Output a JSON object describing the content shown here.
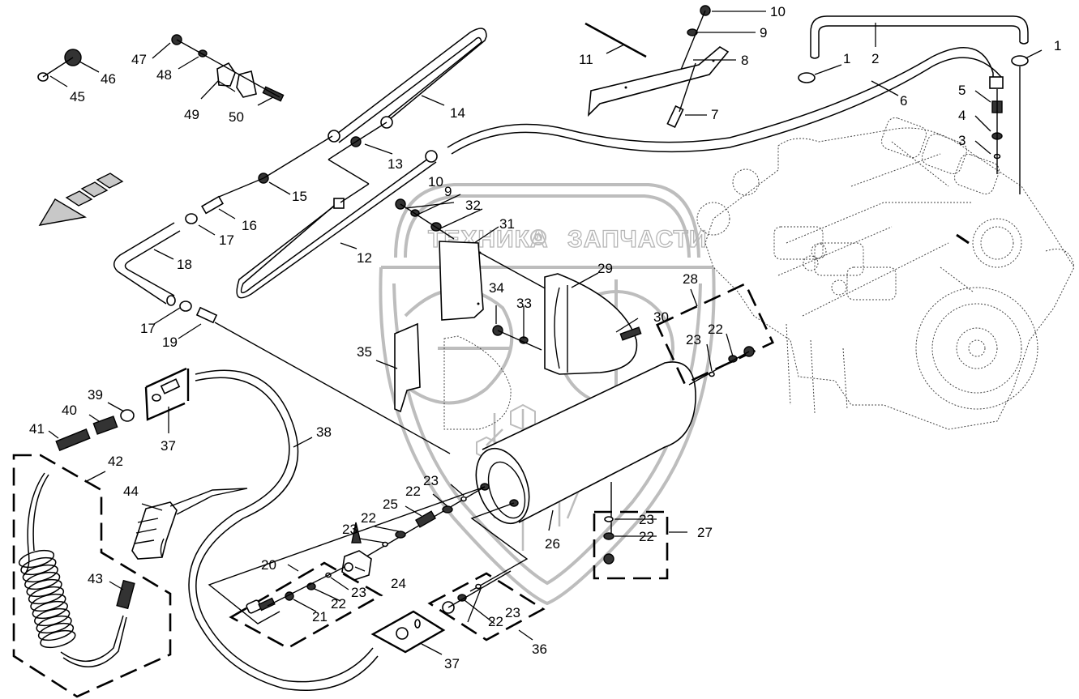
{
  "diagram": {
    "title": "Compressed air system exploded parts diagram",
    "watermark": {
      "left_word": "ТЕХНИКА",
      "right_word": "ЗАПЧАСТИ",
      "gear_icon": "gear-icon",
      "logo_letters": "ЭФ"
    },
    "direction_indicator": "arrow-forward-direction-icon",
    "callouts": [
      {
        "id": "c1a",
        "label": "1",
        "part": "hose clamp"
      },
      {
        "id": "c1b",
        "label": "1",
        "part": "hose clamp"
      },
      {
        "id": "c2",
        "label": "2",
        "part": "hose"
      },
      {
        "id": "c3",
        "label": "3",
        "part": "sealing ring"
      },
      {
        "id": "c4",
        "label": "4",
        "part": "sealing ring"
      },
      {
        "id": "c5",
        "label": "5",
        "part": "union"
      },
      {
        "id": "c6",
        "label": "6",
        "part": "pressure line"
      },
      {
        "id": "c7",
        "label": "7",
        "part": "bolt"
      },
      {
        "id": "c8",
        "label": "8",
        "part": "bracket"
      },
      {
        "id": "c9a",
        "label": "9",
        "part": "washer"
      },
      {
        "id": "c10a",
        "label": "10",
        "part": "nut"
      },
      {
        "id": "c11",
        "label": "11",
        "part": "cable tie"
      },
      {
        "id": "c12",
        "label": "12",
        "part": "pipe"
      },
      {
        "id": "c13",
        "label": "13",
        "part": "union"
      },
      {
        "id": "c14",
        "label": "14",
        "part": "pipe"
      },
      {
        "id": "c15",
        "label": "15",
        "part": "union"
      },
      {
        "id": "c16",
        "label": "16",
        "part": "hose nipple"
      },
      {
        "id": "c17a",
        "label": "17",
        "part": "hose clamp"
      },
      {
        "id": "c17b",
        "label": "17",
        "part": "hose clamp"
      },
      {
        "id": "c18",
        "label": "18",
        "part": "hose"
      },
      {
        "id": "c19",
        "label": "19",
        "part": "hose nipple"
      },
      {
        "id": "c20",
        "label": "20",
        "part": "kit"
      },
      {
        "id": "c21",
        "label": "21",
        "part": "nut"
      },
      {
        "id": "c22a",
        "label": "22",
        "part": "sealing ring"
      },
      {
        "id": "c23a",
        "label": "23",
        "part": "sealing ring"
      },
      {
        "id": "c22b",
        "label": "22",
        "part": "sealing ring"
      },
      {
        "id": "c23b",
        "label": "23",
        "part": "sealing ring"
      },
      {
        "id": "c24",
        "label": "24",
        "part": "valve"
      },
      {
        "id": "c25",
        "label": "25",
        "part": "union"
      },
      {
        "id": "c22c",
        "label": "22",
        "part": "sealing ring"
      },
      {
        "id": "c23c",
        "label": "23",
        "part": "sealing ring"
      },
      {
        "id": "c26",
        "label": "26",
        "part": "air tank"
      },
      {
        "id": "c27",
        "label": "27",
        "part": "drain kit"
      },
      {
        "id": "c23d",
        "label": "23",
        "part": "sealing ring"
      },
      {
        "id": "c22d",
        "label": "22",
        "part": "sealing ring"
      },
      {
        "id": "c28",
        "label": "28",
        "part": "plug kit"
      },
      {
        "id": "c23e",
        "label": "23",
        "part": "sealing ring"
      },
      {
        "id": "c22e",
        "label": "22",
        "part": "sealing ring"
      },
      {
        "id": "c29",
        "label": "29",
        "part": "tensioning strap"
      },
      {
        "id": "c30",
        "label": "30",
        "part": "screw"
      },
      {
        "id": "c31",
        "label": "31",
        "part": "bracket"
      },
      {
        "id": "c32",
        "label": "32",
        "part": "washer"
      },
      {
        "id": "c9b",
        "label": "9",
        "part": "washer"
      },
      {
        "id": "c10b",
        "label": "10",
        "part": "nut"
      },
      {
        "id": "c33",
        "label": "33",
        "part": "washer"
      },
      {
        "id": "c34",
        "label": "34",
        "part": "nut"
      },
      {
        "id": "c35",
        "label": "35",
        "part": "bracket"
      },
      {
        "id": "c36",
        "label": "36",
        "part": "plug kit"
      },
      {
        "id": "c22f",
        "label": "22",
        "part": "sealing ring"
      },
      {
        "id": "c23f",
        "label": "23",
        "part": "sealing ring"
      },
      {
        "id": "c37a",
        "label": "37",
        "part": "screw plug kit"
      },
      {
        "id": "c37b",
        "label": "37",
        "part": "screw plug kit"
      },
      {
        "id": "c38",
        "label": "38",
        "part": "hose"
      },
      {
        "id": "c39",
        "label": "39",
        "part": "nut"
      },
      {
        "id": "c40",
        "label": "40",
        "part": "coupling"
      },
      {
        "id": "c41",
        "label": "41",
        "part": "nipple"
      },
      {
        "id": "c42",
        "label": "42",
        "part": "spiral hose kit"
      },
      {
        "id": "c43",
        "label": "43",
        "part": "nipple"
      },
      {
        "id": "c44",
        "label": "44",
        "part": "blow gun"
      },
      {
        "id": "c45",
        "label": "45",
        "part": "sleeve"
      },
      {
        "id": "c46",
        "label": "46",
        "part": "cap nut"
      },
      {
        "id": "c47",
        "label": "47",
        "part": "nut"
      },
      {
        "id": "c48",
        "label": "48",
        "part": "washer"
      },
      {
        "id": "c49",
        "label": "49",
        "part": "clamp"
      },
      {
        "id": "c50",
        "label": "50",
        "part": "screw"
      }
    ]
  }
}
